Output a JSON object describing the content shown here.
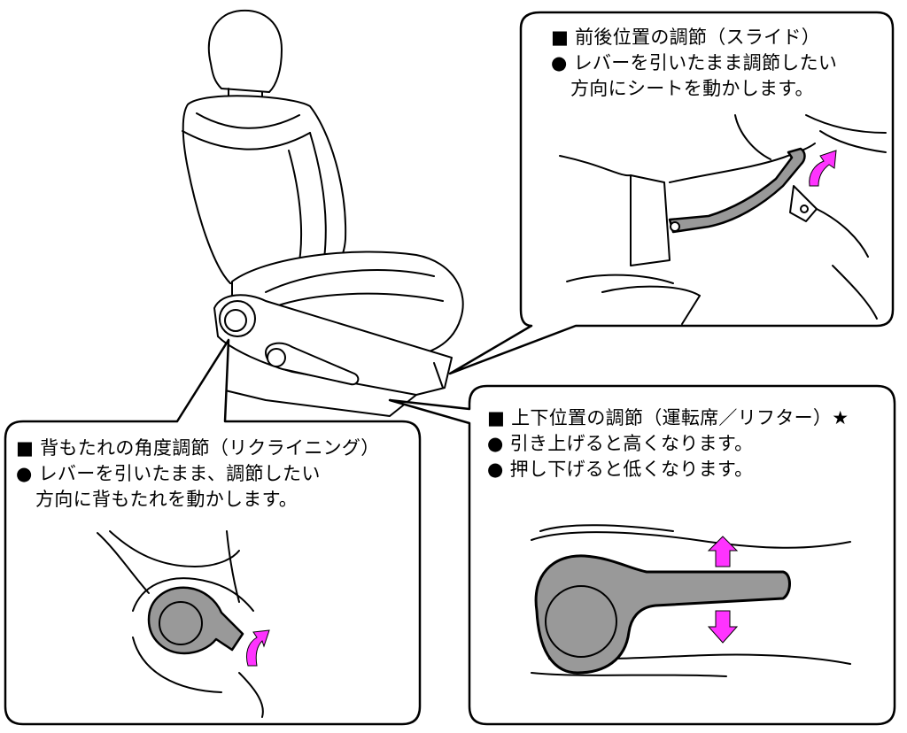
{
  "slide_panel": {
    "heading": "■ 前後位置の調節（スライド）",
    "bullet_1": "● レバーを引いたまま調節したい",
    "bullet_1_cont": "方向にシートを動かします。"
  },
  "lifter_panel": {
    "heading": "■ 上下位置の調節（運転席／リフター）★",
    "bullet_1": "● 引き上げると高くなります。",
    "bullet_2": "● 押し下げると低くなります。"
  },
  "recline_panel": {
    "heading": "■ 背もたれの角度調節（リクライニング）",
    "bullet_1": "● レバーを引いたまま、調節したい",
    "bullet_1_cont": "方向に背もたれを動かします。"
  },
  "colors": {
    "arrow": "#ff33ff",
    "lever_fill": "#999999",
    "outline": "#000000"
  }
}
